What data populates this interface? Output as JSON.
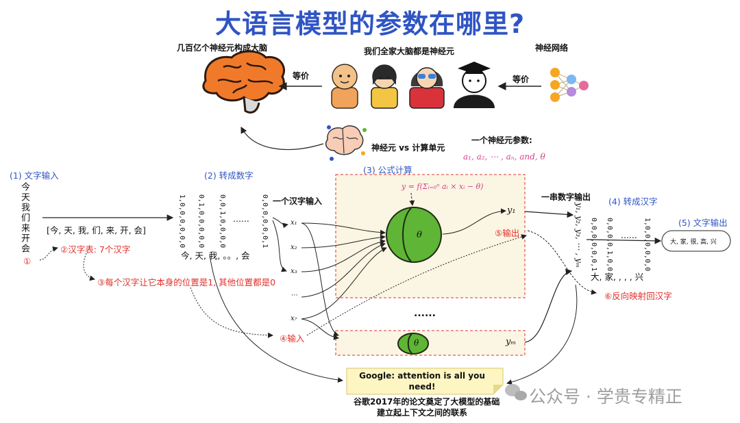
{
  "title": "大语言模型的参数在哪里?",
  "top": {
    "brain_label": "几百亿个神经元构成大脑",
    "family_label": "我们全家大脑都是神经元",
    "nn_label": "神经网络",
    "equiv_left": "等价",
    "equiv_right": "等价"
  },
  "neuron_vs": "神经元 vs 计算单元",
  "param_title": "一个神经元参数:",
  "param_formula": "a₁, a₂, ⋯ , aₙ, and, θ",
  "step1": "(1) 文字输入",
  "input_chars": "今天我们来开会",
  "circle1": "①",
  "step2": "(2) 转成数字",
  "vocab_list": "[今, 天, 我, 们, 来, 开, 会]",
  "vocab_note": "②汉字表: 7个汉字",
  "onehot_cols": [
    "1,0,0,0,0,0,0",
    "0,1,0,0,0,0,0",
    "0,0,1,0,0,0,0",
    "0,0,0,0,0,0,1"
  ],
  "ellipsis": "......",
  "chars_row": "今, 天, 我, 。。, 会",
  "one_char_input": "一个汉字输入",
  "position_note": "③每个汉字让它本身的位置是1, 其他位置都是0",
  "x_labels": [
    "x₁",
    "x₂",
    "x₃",
    "x₇"
  ],
  "x_dots": "⋯",
  "step3": "(3) 公式计算",
  "formula": "y = f(Σᵢ₌₀ⁿ aᵢ × xᵢ − θ)",
  "theta": "θ",
  "y1": "y₁",
  "ym": "yₘ",
  "output_label": "⑤输出",
  "mid_dots": "......",
  "input_label": "④输入",
  "num_output": "一串数字输出",
  "y_seq": "y₁, y₂, y₃, ⋯ , yₘ",
  "out_cols": [
    "0,0,0,0,0,0,1",
    "0,0,0,0,1,0,0",
    "1,0,0,0,0,0,0"
  ],
  "out_chars": "大, 家, , , , 兴",
  "step4": "(4) 转成汉字",
  "step5": "(5) 文字输出",
  "output_text": "大, 家, 很, 高, 兴",
  "reverse_note": "⑥反向映射回汉字",
  "google_note": "Google: attention is all you need!",
  "bottom_note_1": "谷歌2017年的论文奠定了大模型的基础",
  "bottom_note_2": "建立起上下文之间的联系",
  "watermark": "公众号 · 学贵专精正",
  "colors": {
    "title": "#2f54c4",
    "red": "#e0302b",
    "neuron": "#5fb535",
    "panel": "#fbf5e3",
    "note": "#fdf6c3"
  }
}
